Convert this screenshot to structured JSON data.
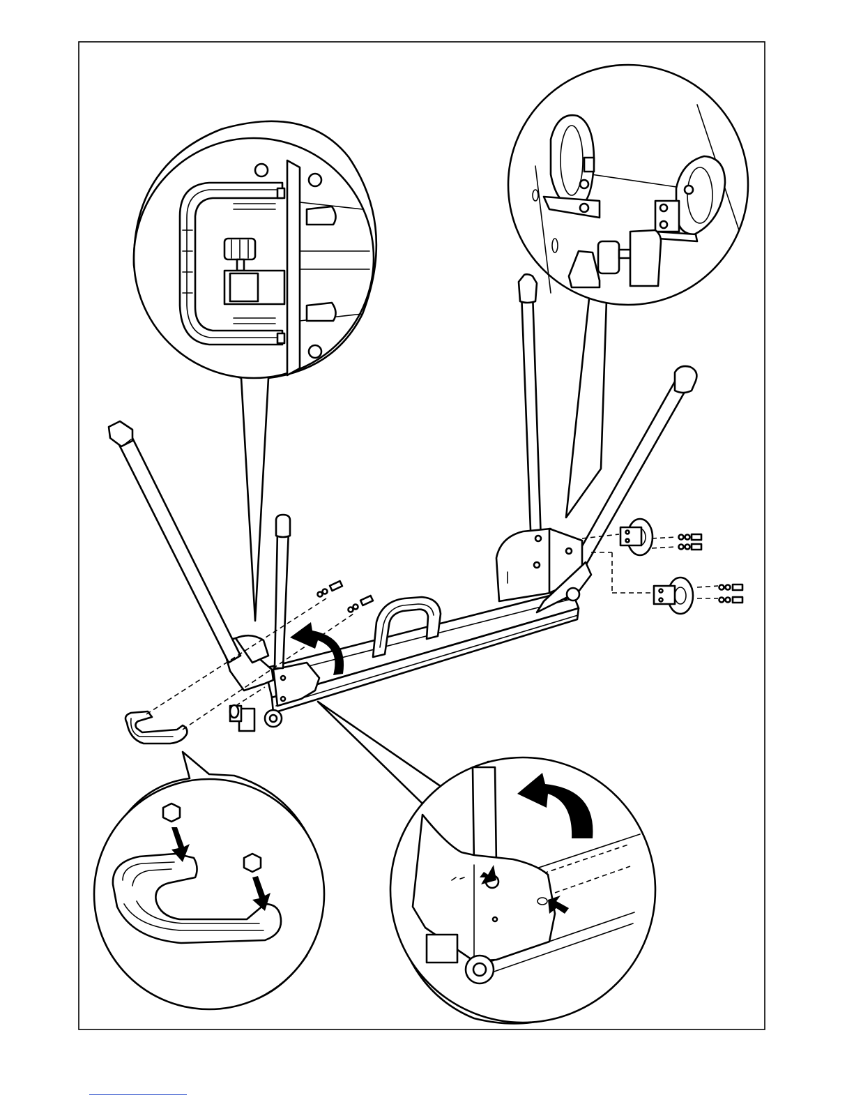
{
  "diagram": {
    "colors": {
      "ink": "#000000",
      "paper": "#ffffff",
      "footer_link": "#3355cc"
    },
    "views": [
      {
        "name": "main-assembly",
        "description_icon": "frame-assembly"
      },
      {
        "name": "detail-handle-mount",
        "description_icon": "magnify-circle"
      },
      {
        "name": "detail-wheel-mount",
        "description_icon": "magnify-circle"
      },
      {
        "name": "detail-handle-nuts",
        "description_icon": "magnify-circle"
      },
      {
        "name": "detail-leg-pivot",
        "description_icon": "magnify-circle"
      }
    ],
    "icons": [
      "curved-arrow-icon",
      "push-arrow-icon",
      "bolt-icon",
      "washer-icon",
      "wheel-icon",
      "nut-icon"
    ]
  }
}
